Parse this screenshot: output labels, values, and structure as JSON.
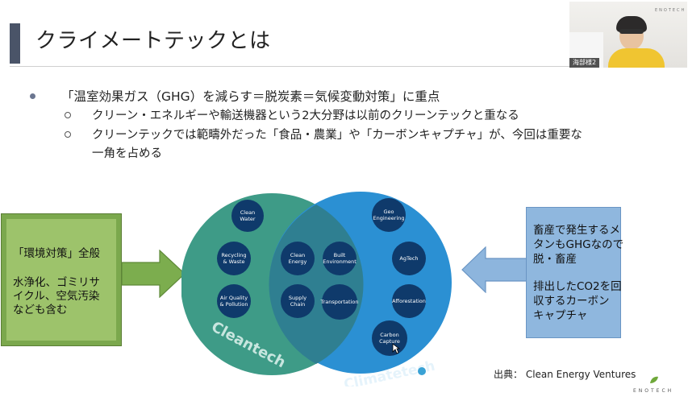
{
  "slide": {
    "title": "クライメートテックとは",
    "bullet_main": "「温室効果ガス（GHG）を減らす＝脱炭素＝気候変動対策」に重点",
    "sub1": "クリーン・エネルギーや輸送機器という2大分野は以前のクリーンテックと重なる",
    "sub2_line1": "クリーンテックでは範疇外だった「食品・農業」や「カーボンキャプチャ」が、今回は重要な",
    "sub2_line2": "一角を占める"
  },
  "left_box": {
    "line1": "「環境対策」全般",
    "line2": "水浄化、ゴミリサ",
    "line3": "イクル、空気汚染",
    "line4": "なども含む"
  },
  "right_box": {
    "line1": "畜産で発生するメ",
    "line2": "タンもGHGなので",
    "line3": "脱・畜産",
    "line4": "排出したCO2を回",
    "line5": "収するカーボン",
    "line6": "キャプチャ"
  },
  "venn": {
    "left_label": "Cleantech",
    "right_label": "Climatetech",
    "colors": {
      "left": "#3d9584",
      "right": "#2d8fd0",
      "dot": "#0f3a6b"
    },
    "left_items": [
      [
        "Clean",
        "Water"
      ],
      [
        "Recycling",
        "& Waste"
      ],
      [
        "Air Quality",
        "& Pollution"
      ]
    ],
    "center_items": [
      [
        "Clean",
        "Energy"
      ],
      [
        "Built",
        "Environment"
      ],
      [
        "Supply",
        "Chain"
      ],
      [
        "Transportation"
      ]
    ],
    "right_items": [
      [
        "Geo",
        "Engineering"
      ],
      [
        "AgTech"
      ],
      [
        "Afforestation"
      ],
      [
        "Carbon",
        "Capture"
      ]
    ],
    "logo_text": "CLEAN ENERGY VENTURES"
  },
  "source": "出典：  Clean Energy Ventures",
  "webcam": {
    "name_tag": "海部様2",
    "brand": "ENOTECH"
  },
  "footer_brand": "ENOTECH"
}
